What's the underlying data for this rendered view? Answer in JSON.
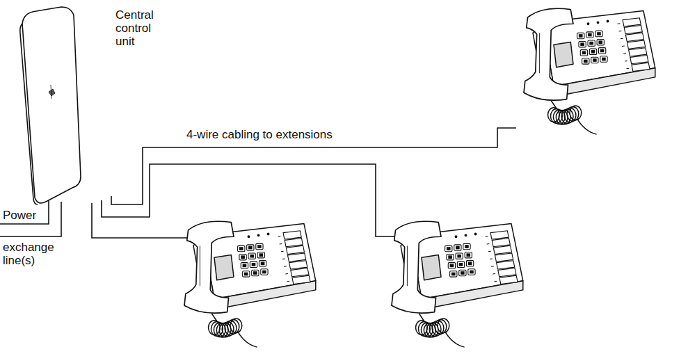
{
  "diagram": {
    "nodes": [
      {
        "text": [
          "Central control unit"
        ]
      }
    ],
    "labels": [
      "4-wire cabling to extensions",
      "Power",
      "exchange line(s)"
    ]
  }
}
